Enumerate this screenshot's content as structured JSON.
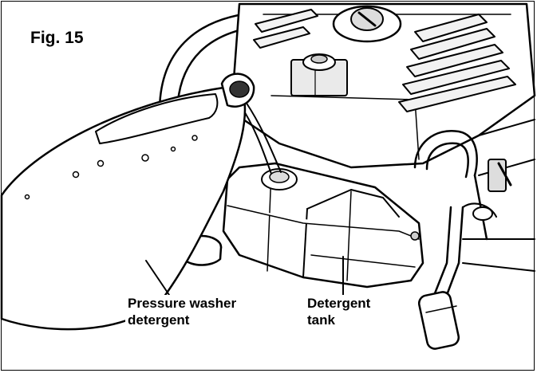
{
  "figure": {
    "label": "Fig. 15"
  },
  "callouts": {
    "detergent": {
      "line1": "Pressure washer",
      "line2": "detergent"
    },
    "tank": {
      "line1": "Detergent",
      "line2": "tank"
    }
  },
  "colors": {
    "ink": "#000000",
    "paper": "#ffffff",
    "shade": "#e6e6e6"
  }
}
